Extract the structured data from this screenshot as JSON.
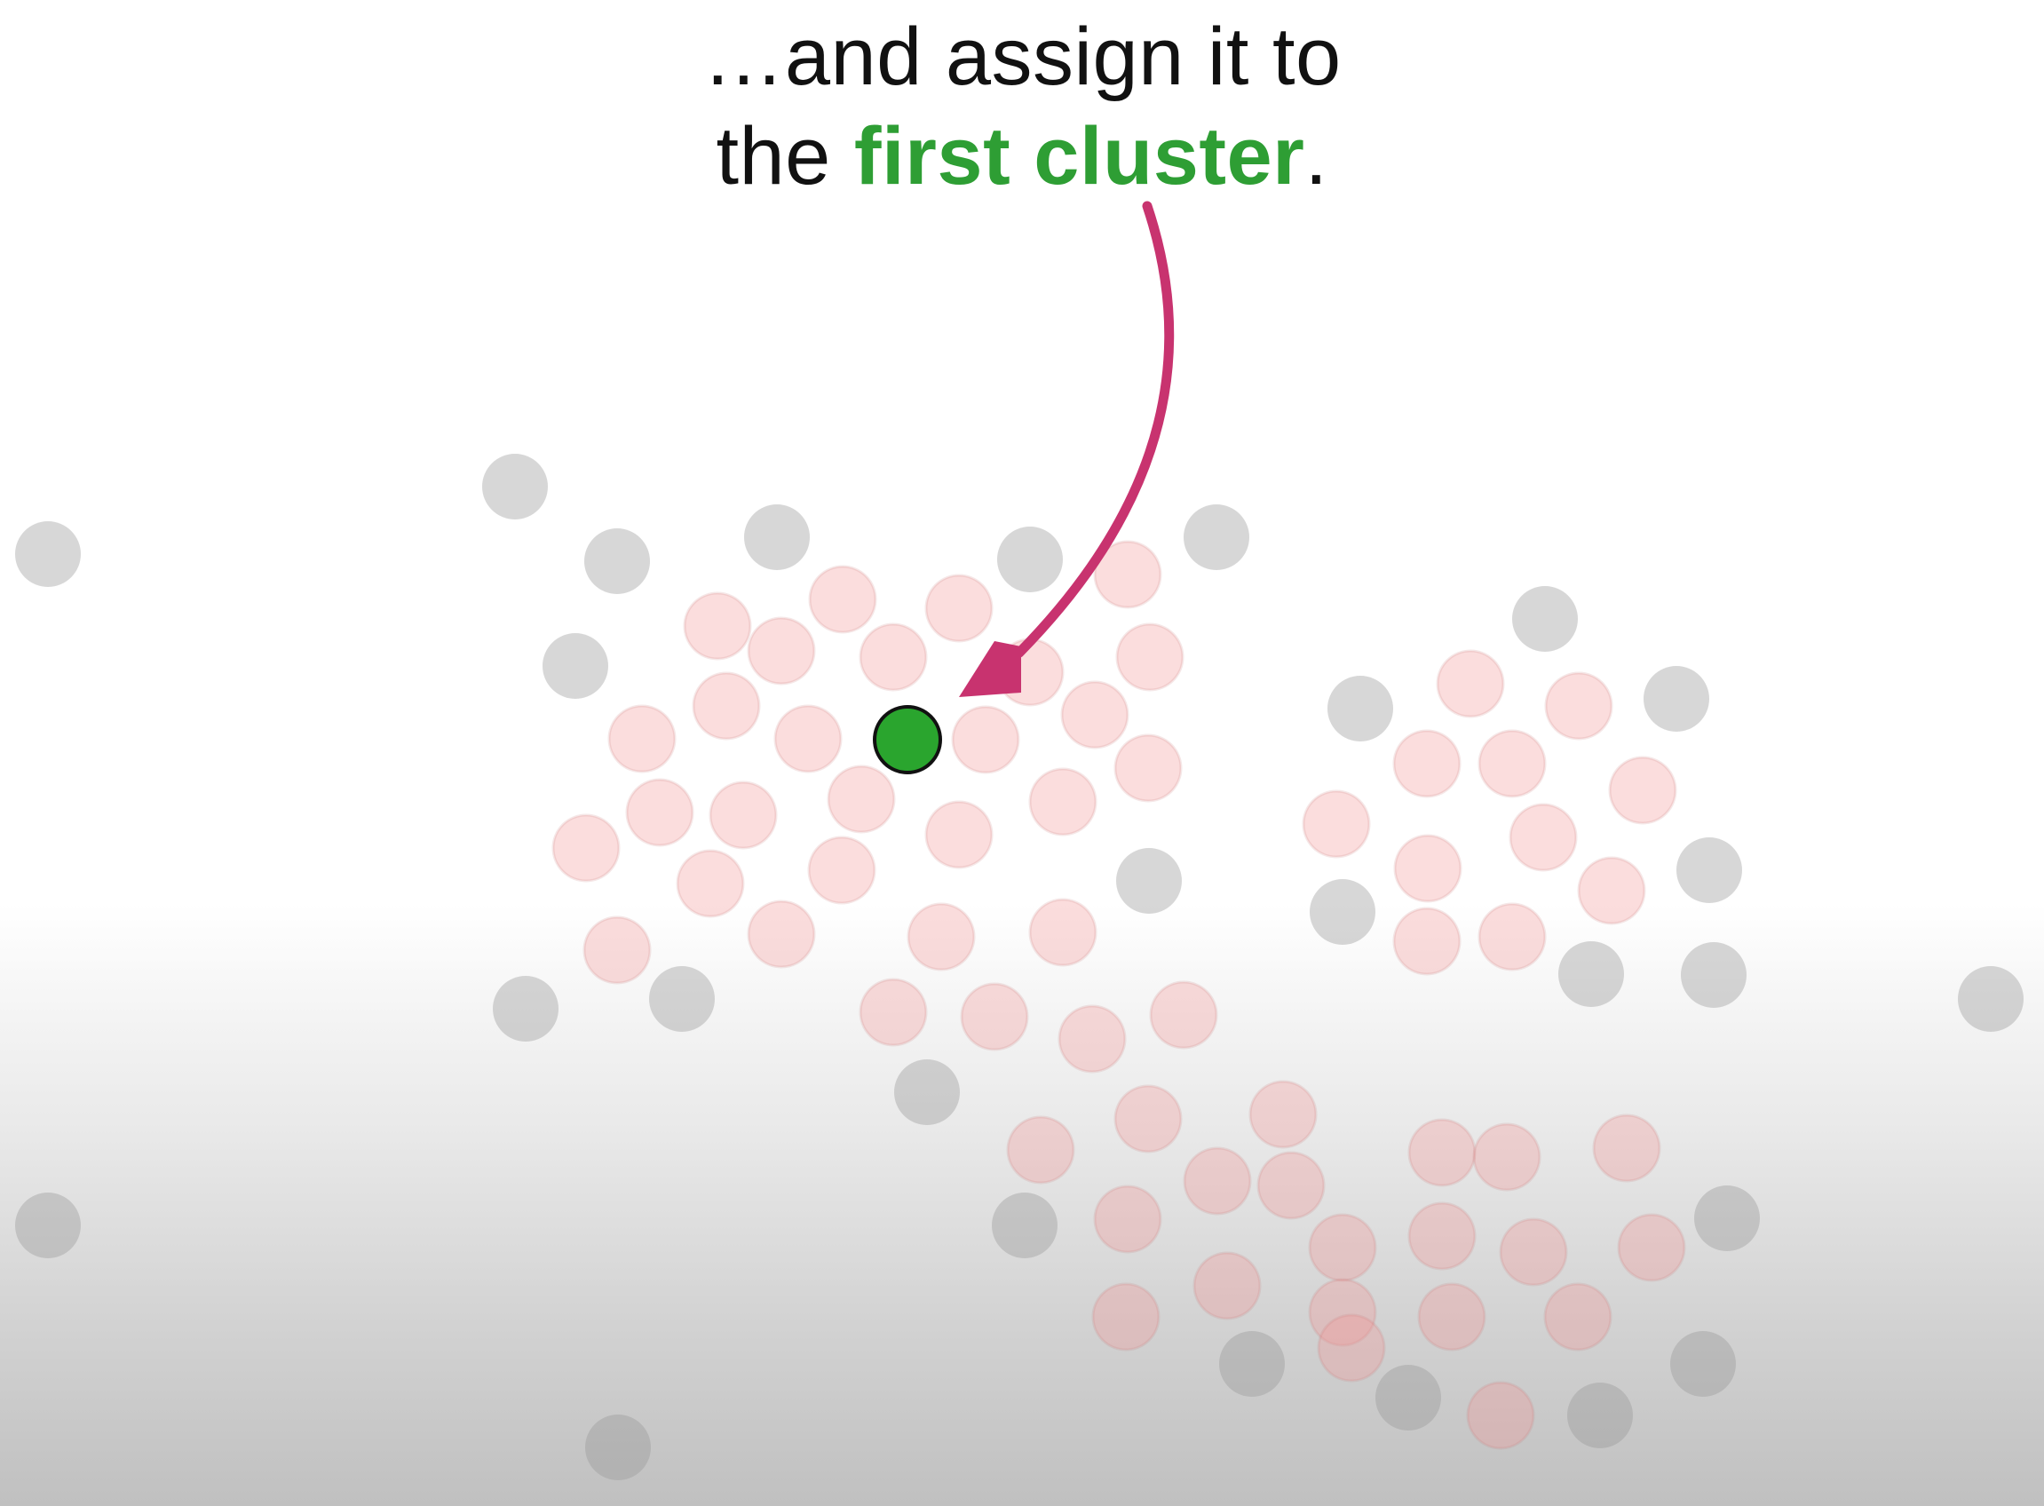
{
  "caption": {
    "line1": "…and assign it to",
    "line2_prefix": "the ",
    "line2_highlight": "first cluster",
    "line2_suffix": "."
  },
  "colors": {
    "highlight_text": "#2e9e34",
    "selected_point": "#2aa52e",
    "arrow": "#c8336f",
    "unassigned_point": "#d7d7d7",
    "faded_cluster_point": "#fadcdc"
  }
}
